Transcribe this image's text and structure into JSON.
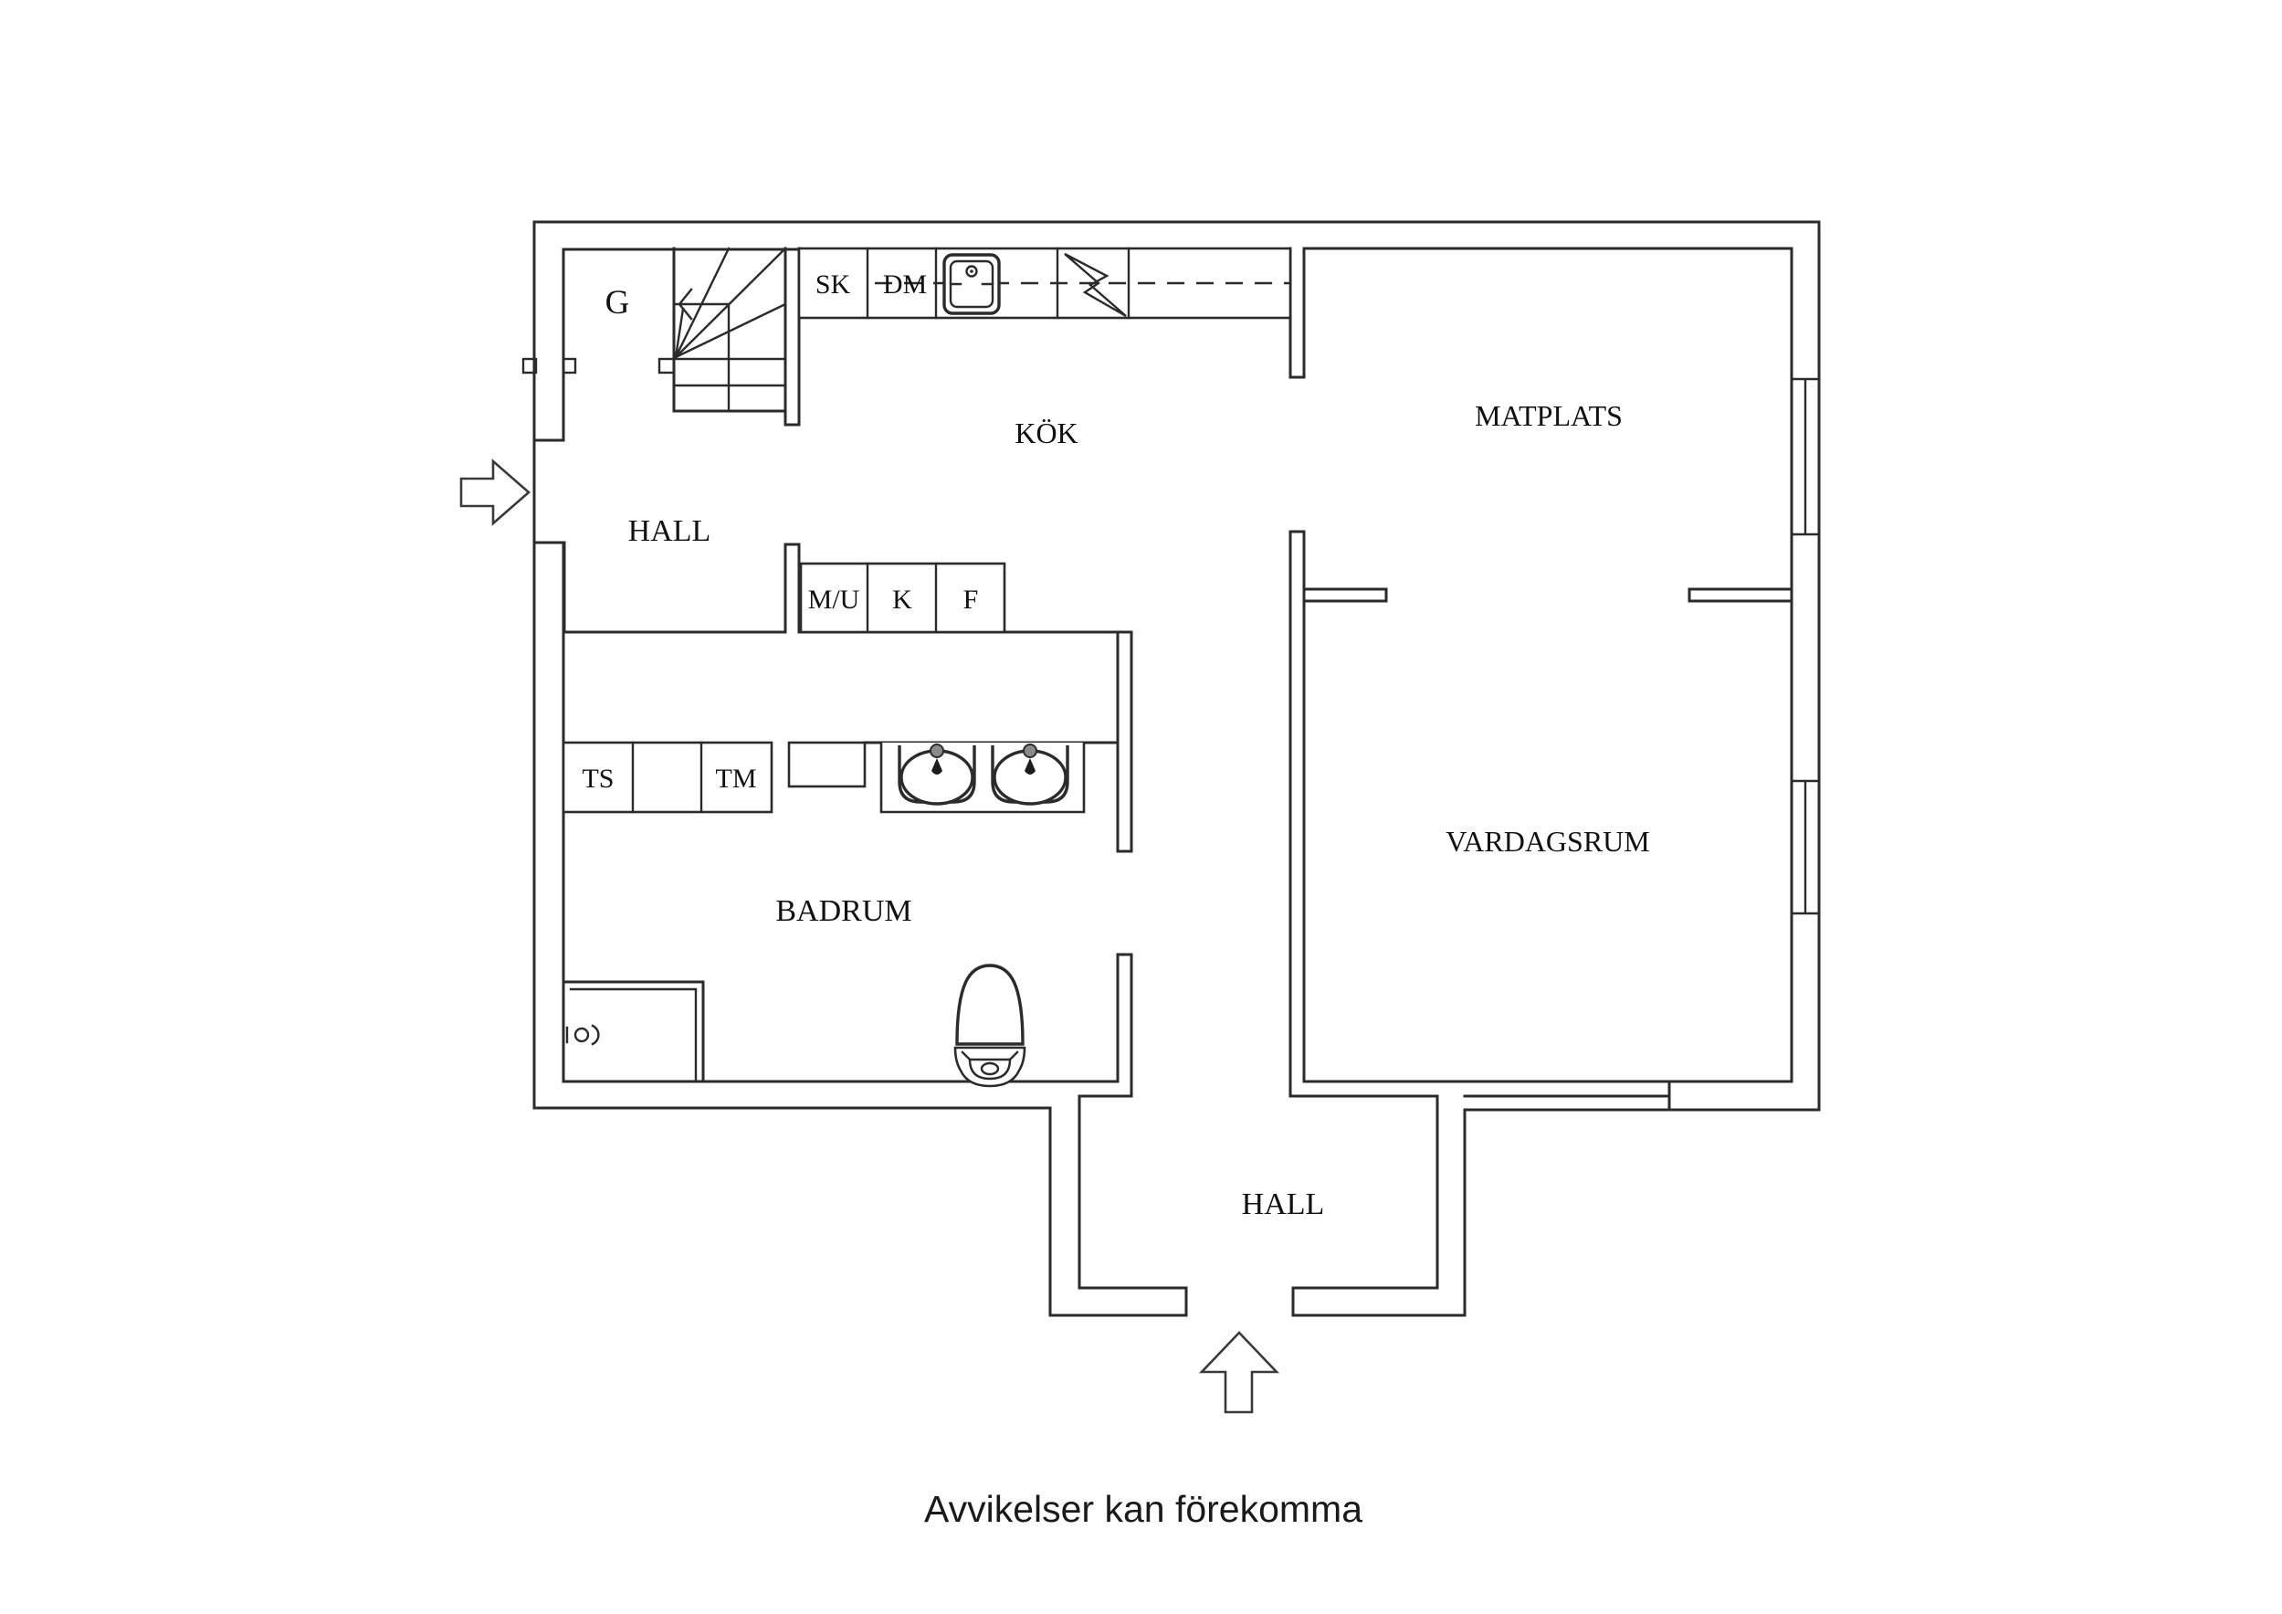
{
  "page": {
    "background_color": "#ffffff",
    "line_color": "#2b2b2b",
    "footer_note": "Avvikelser kan förekomma"
  },
  "rooms": {
    "closet": "G",
    "kitchen": "KÖK",
    "dining": "MATPLATS",
    "hall_upper": "HALL",
    "bathroom": "BADRUM",
    "living": "VARDAGSRUM",
    "hall_lower": "HALL"
  },
  "fixtures": {
    "cleaning_cabinet": "SK",
    "dishwasher": "DM",
    "micro_oven": "M/U",
    "fridge": "K",
    "freezer": "F",
    "dryer": "TS",
    "washer": "TM"
  },
  "icons": {
    "stairs": "stairs-icon",
    "kitchen_sink": "kitchen-sink-icon",
    "stove": "stove-lightning-icon",
    "bathroom_sinks": "double-washbasin-icon",
    "shower": "shower-drain-icon",
    "toilet": "toilet-icon",
    "entry_side": "entry-arrow-right-icon",
    "entry_main": "entry-arrow-up-icon",
    "windows": "window-icon"
  }
}
